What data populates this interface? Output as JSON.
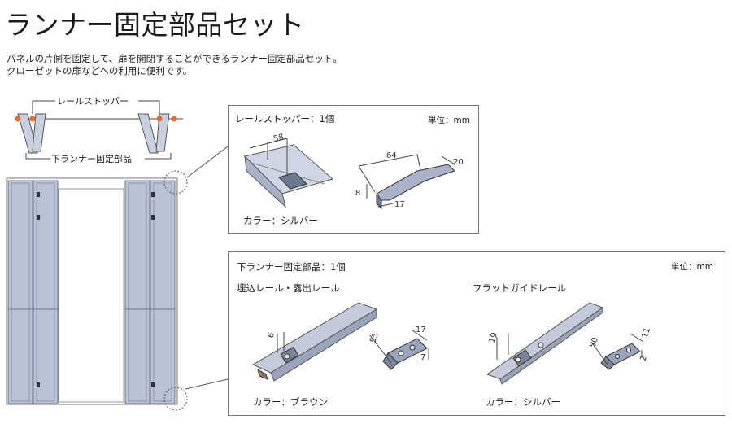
{
  "page": {
    "title": "ランナー固定部品セット",
    "description": [
      "パネルの片側を固定して、扉を開閉することができるランナー固定部品セット。",
      "クローゼットの扉などへの利用に便利です。"
    ]
  },
  "overview": {
    "stopper_label": "レールストッパー",
    "lower_label": "下ランナー固定部品"
  },
  "stopper_box": {
    "title": "レールストッパー：1個",
    "unit": "単位：mm",
    "color_label": "カラー：シルバー",
    "dims": {
      "rail_width": "58",
      "length": "64",
      "tab": "20",
      "height": "8",
      "depth": "17"
    }
  },
  "lower_box": {
    "title": "下ランナー固定部品：1個",
    "unit": "単位：mm",
    "left": {
      "subtitle": "埋込レール・露出レール",
      "color_label": "カラー：ブラウン",
      "dims": {
        "rail": "6",
        "length": "55",
        "width": "17",
        "height": "7"
      }
    },
    "right": {
      "subtitle": "フラットガイドレール",
      "color_label": "カラー：シルバー",
      "dims": {
        "rail": "19",
        "length": "50",
        "width": "11",
        "height": "2"
      }
    }
  },
  "colors": {
    "panel": "#b9c3d6",
    "panel_dark": "#8c97ad",
    "accent_dot": "#e8692a",
    "frame": "#777777"
  }
}
